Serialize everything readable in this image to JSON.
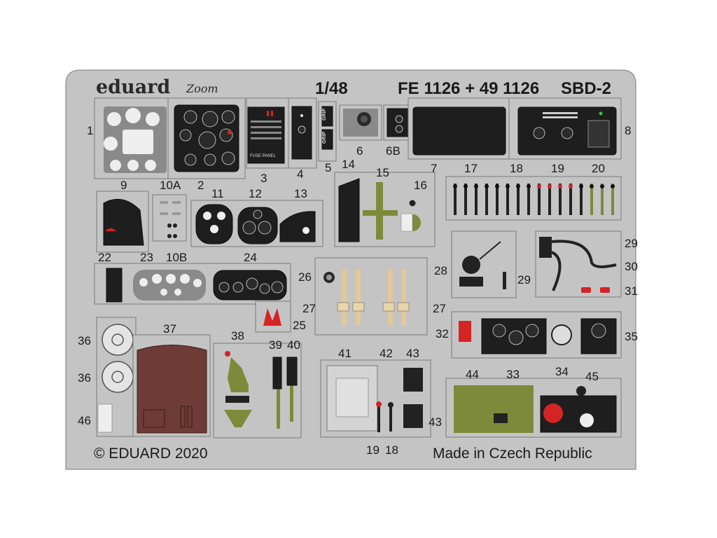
{
  "sheet": {
    "brand": "eduard",
    "brand_script": "Zoom",
    "scale": "1/48",
    "code": "FE 1126 + 49 1126",
    "model": "SBD-2",
    "copyright": "© EDUARD 2020",
    "origin": "Made in Czech Republic"
  },
  "panel_text": {
    "fuse_panel": "FUSE PANEL",
    "grip": "GRIP"
  },
  "labels": {
    "n1": "1",
    "n2": "2",
    "n3": "3",
    "n4": "4",
    "n5": "5",
    "n6": "6",
    "n6b": "6B",
    "n7": "7",
    "n8": "8",
    "n9": "9",
    "n10a": "10A",
    "n10b": "10B",
    "n11": "11",
    "n12": "12",
    "n13": "13",
    "n14": "14",
    "n15": "15",
    "n16": "16",
    "n17": "17",
    "n18": "18",
    "n19": "19",
    "n20": "20",
    "n22": "22",
    "n23": "23",
    "n24": "24",
    "n25": "25",
    "n26": "26",
    "n27a": "27",
    "n27b": "27",
    "n28": "28",
    "n29a": "29",
    "n29b": "29",
    "n30": "30",
    "n31": "31",
    "n32": "32",
    "n33": "33",
    "n34": "34",
    "n35": "35",
    "n36a": "36",
    "n36b": "36",
    "n37": "37",
    "n38": "38",
    "n39": "39",
    "n40": "40",
    "n41": "41",
    "n42": "42",
    "n43a": "43",
    "n43b": "43",
    "n44": "44",
    "n45": "45",
    "n46": "46",
    "n19b": "19",
    "n18b": "18"
  },
  "colors": {
    "fret": "#c4c4c4",
    "panel_black": "#1e1e1e",
    "interior_green": "#7d8a3a",
    "seat_brown": "#6e3b36",
    "warning_red": "#d42424"
  }
}
